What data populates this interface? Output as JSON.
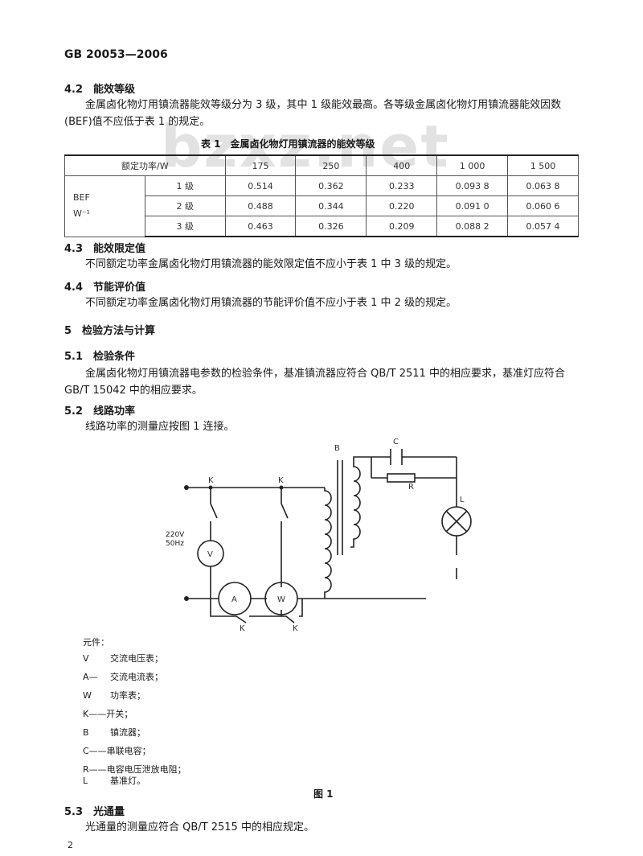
{
  "header": "GB 20053—2006",
  "watermark": "bzxz.net",
  "s42": {
    "title": "4.2　能效等级",
    "para": "金属卤化物灯用镇流器能效等级分为 3 级，其中 1 级能效最高。各等级金属卤化物灯用镇流器能效因数(BEF)值不应低于表 1 的规定。"
  },
  "table1": {
    "caption": "表 1　金属卤化物灯用镇流器的能效等级",
    "power_label": "额定功率/W",
    "powers": [
      "175",
      "250",
      "400",
      "1 000",
      "1 500"
    ],
    "bef_label_1": "BEF",
    "bef_label_2": "W⁻¹",
    "rows": [
      {
        "grade": "1 级",
        "values": [
          "0.514",
          "0.362",
          "0.233",
          "0.093 8",
          "0.063 8"
        ]
      },
      {
        "grade": "2 级",
        "values": [
          "0.488",
          "0.344",
          "0.220",
          "0.091 0",
          "0.060 6"
        ]
      },
      {
        "grade": "3 级",
        "values": [
          "0.463",
          "0.326",
          "0.209",
          "0.088 2",
          "0.057 4"
        ]
      }
    ]
  },
  "s43": {
    "title": "4.3　能效限定值",
    "para": "不同额定功率金属卤化物灯用镇流器的能效限定值不应小于表 1 中 3 级的规定。"
  },
  "s44": {
    "title": "4.4　节能评价值",
    "para": "不同额定功率金属卤化物灯用镇流器的节能评价值不应小于表 1 中 2 级的规定。"
  },
  "s5": {
    "title": "5　检验方法与计算"
  },
  "s51": {
    "title": "5.1　检验条件",
    "para": "金属卤化物灯用镇流器电参数的检验条件，基准镇流器应符合 QB/T 2511 中的相应要求，基准灯应符合 GB/T 15042 中的相应要求。"
  },
  "s52": {
    "title": "5.2　线路功率",
    "para": "线路功率的测量应按图 1 连接。"
  },
  "circuit": {
    "supply": "220V\n50Hz",
    "labels": {
      "k": "K",
      "b": "B",
      "c": "C",
      "r": "R",
      "l": "L",
      "v": "V",
      "a": "A",
      "w": "W"
    }
  },
  "legend": {
    "title": "元件：",
    "items": [
      {
        "key": "V",
        "desc": "交流电压表；"
      },
      {
        "key": "A—",
        "desc": "交流电流表；"
      },
      {
        "key": "W",
        "desc": "功率表；"
      },
      {
        "key": "K——开关；",
        "desc": ""
      },
      {
        "key": "B",
        "desc": "镇流器；"
      },
      {
        "key": "C——串联电容；",
        "desc": ""
      },
      {
        "key": "R——电容电压泄放电阻；",
        "desc": ""
      },
      {
        "key": "L",
        "desc": "基准灯。"
      }
    ]
  },
  "figure_caption": "图 1",
  "s53": {
    "title": "5.3　光通量",
    "para": "光通量的测量应符合 QB/T 2515 中的相应规定。"
  },
  "page_number": "2"
}
